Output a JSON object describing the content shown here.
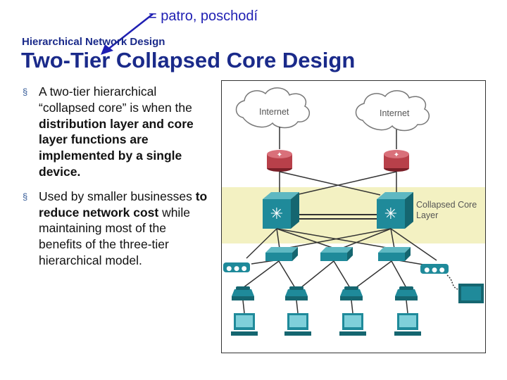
{
  "annotation": "= patro, poschodí",
  "subtitle": "Hierarchical Network Design",
  "title": "Two-Tier Collapsed Core Design",
  "bullets": [
    {
      "pre": "A two-tier hierarchical “collapsed core” is when the ",
      "bold": "distribution layer and core layer functions are implemented by a single device.",
      "post": ""
    },
    {
      "pre": "Used by smaller businesses ",
      "bold": "to reduce network cost",
      "post": "  while maintaining most of the benefits of the three-tier hierarchical model."
    }
  ],
  "diagram": {
    "cloud_left": "Internet",
    "cloud_right": "Internet",
    "layer_label_1": "Collapsed Core",
    "layer_label_2": "Layer",
    "layer_band_color": "#f3f1c2",
    "device_color": "#1f8a9a",
    "router_color": "#b8404a"
  }
}
